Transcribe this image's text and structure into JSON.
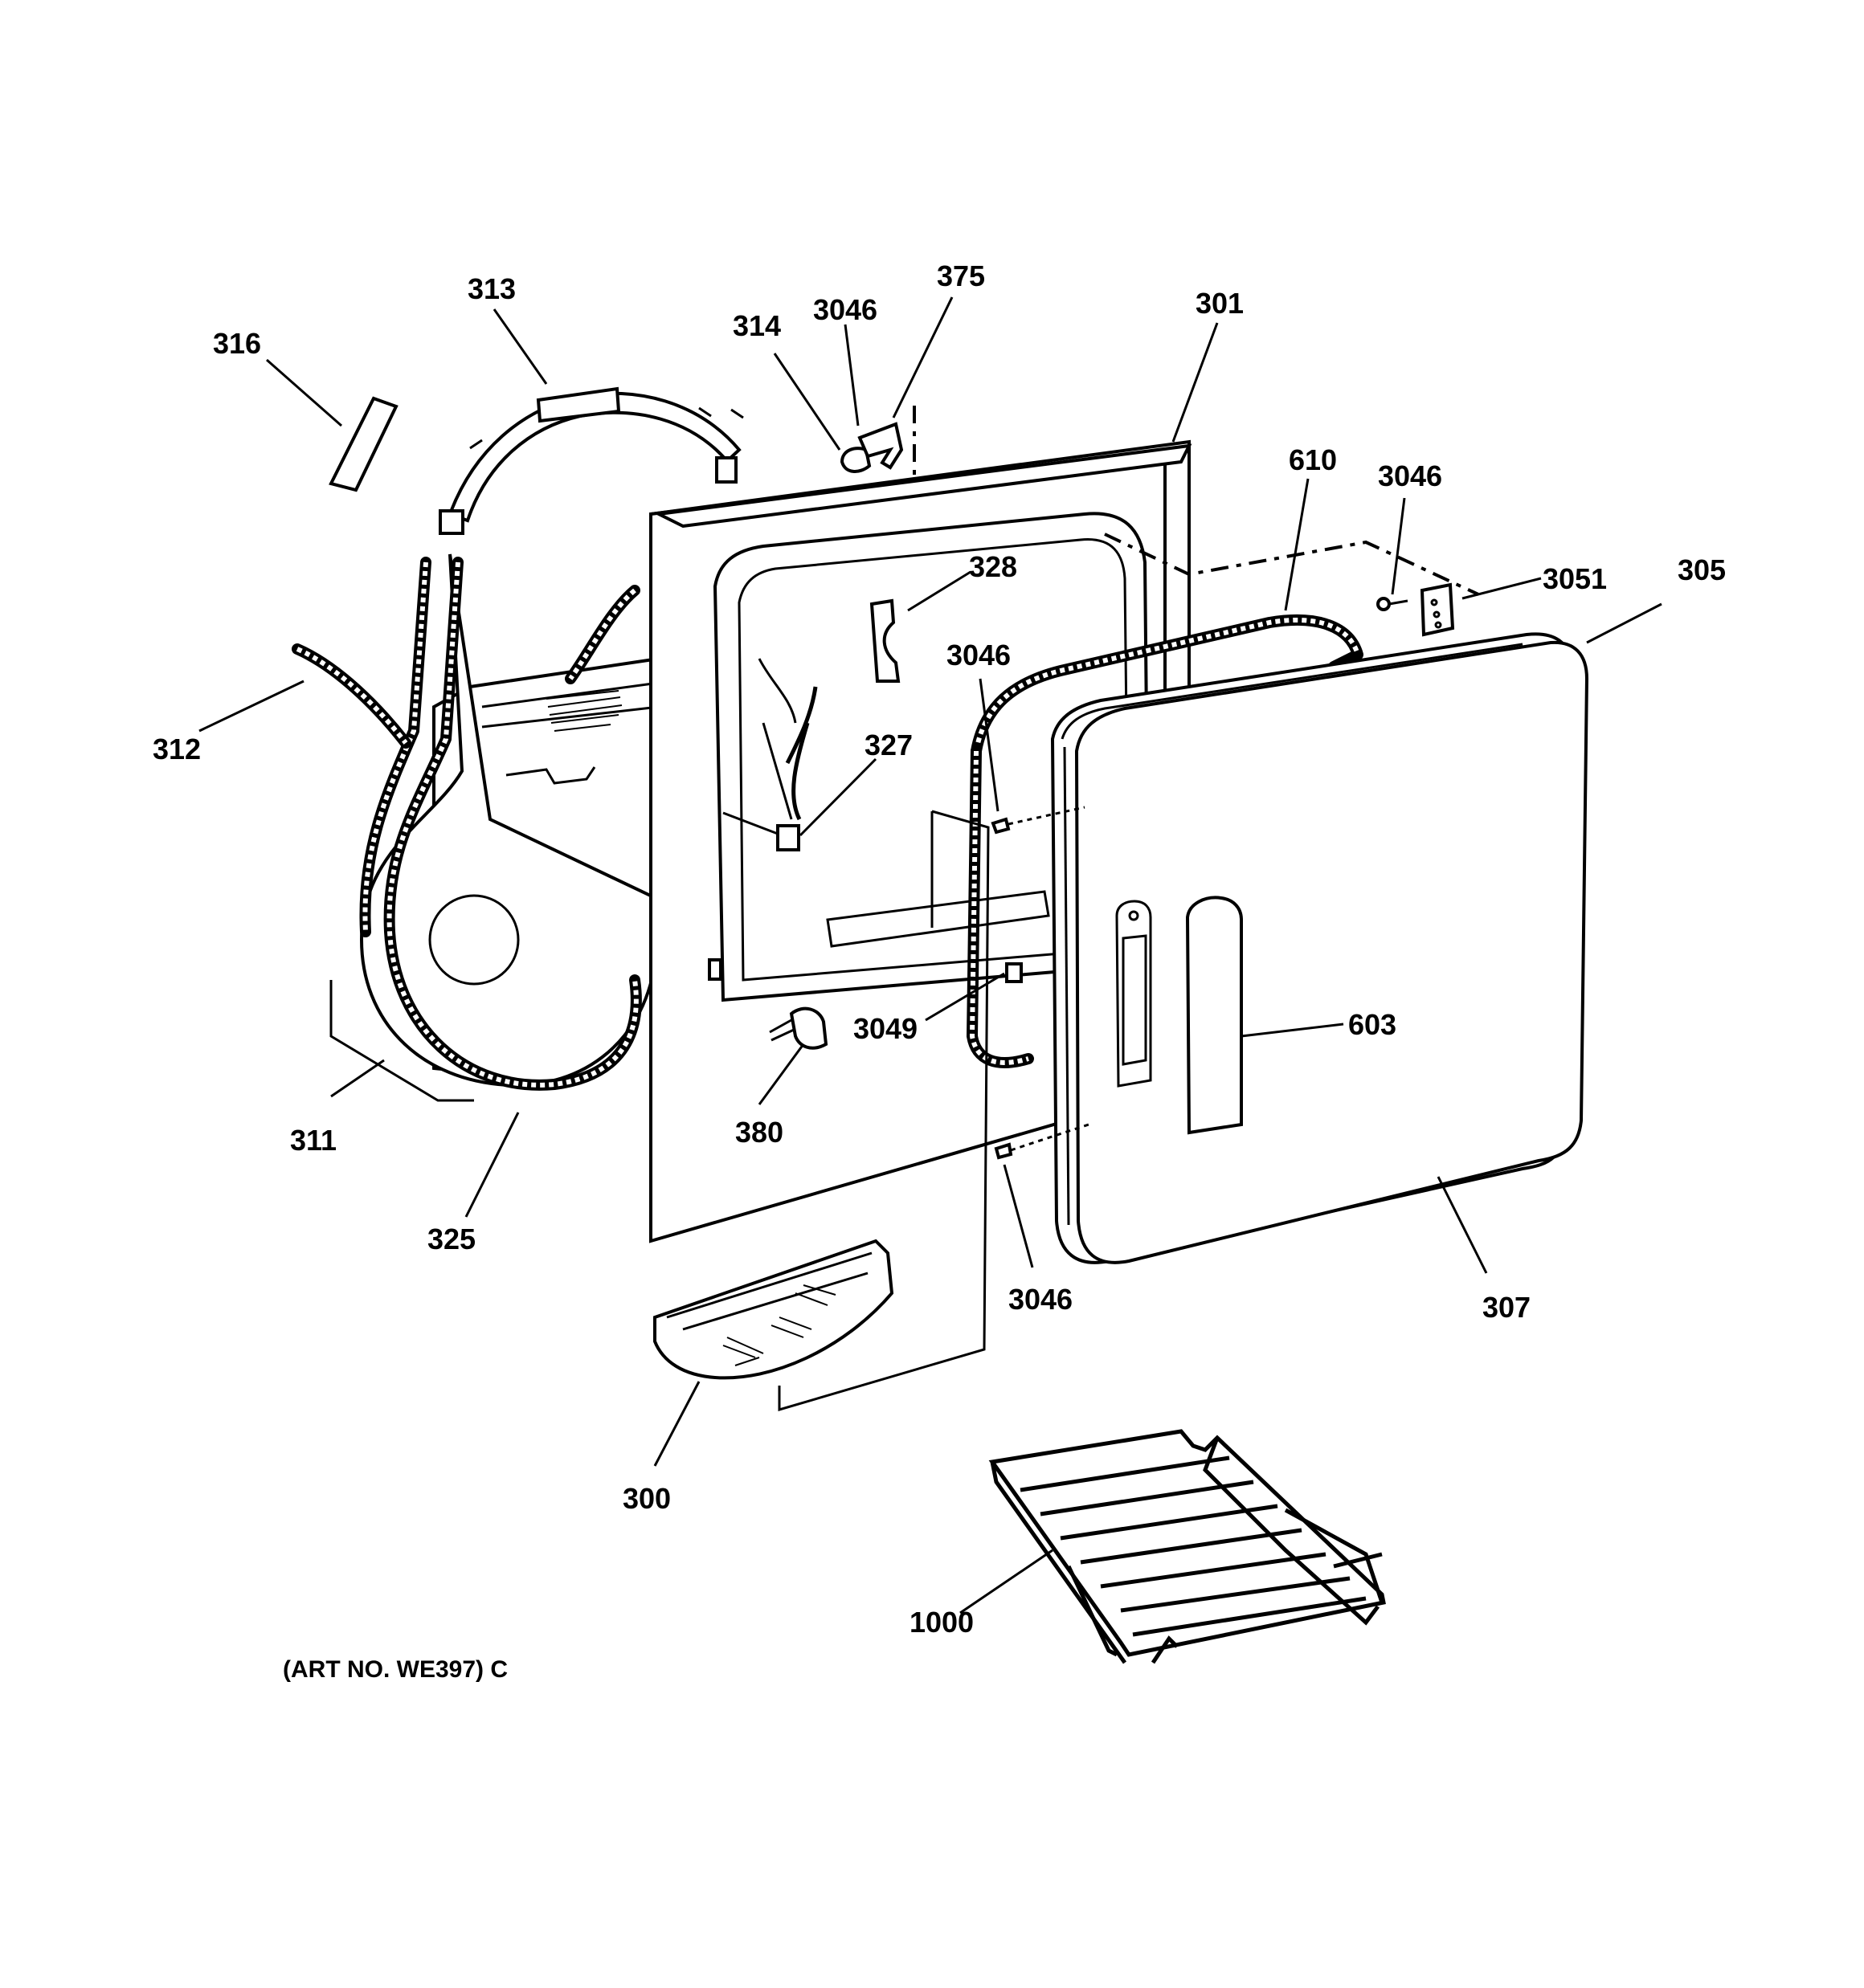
{
  "callouts": {
    "c313": "313",
    "c316": "316",
    "c314": "314",
    "c3046_top": "3046",
    "c375": "375",
    "c301": "301",
    "c610": "610",
    "c3046_right": "3046",
    "c3051": "3051",
    "c305": "305",
    "c328": "328",
    "c3046_mid": "3046",
    "c312": "312",
    "c327": "327",
    "c603": "603",
    "c3049": "3049",
    "c380": "380",
    "c311": "311",
    "c325": "325",
    "c3046_bottom": "3046",
    "c307": "307",
    "c300": "300",
    "c1000": "1000"
  },
  "caption": "(ART NO. WE397) C",
  "colors": {
    "ink": "#000000",
    "paper": "#ffffff"
  }
}
